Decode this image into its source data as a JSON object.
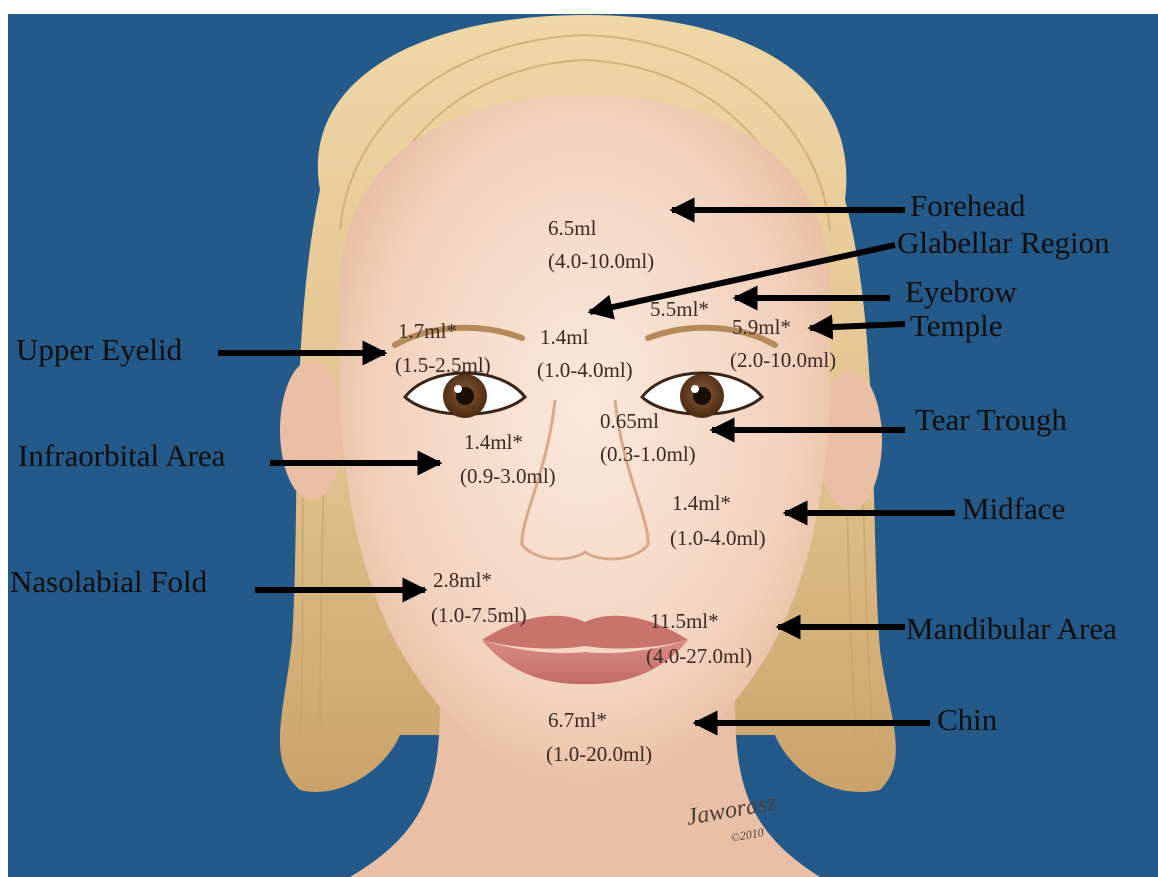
{
  "colors": {
    "background": "#235a8a",
    "skin": "#f2d2bd",
    "hair": "#e2c38f",
    "label_text": "#0e0e0e",
    "arrow": "#000000"
  },
  "regions": [
    {
      "id": "forehead",
      "label": "Forehead",
      "volume": "6.5ml",
      "range": "(4.0-10.0ml)"
    },
    {
      "id": "glabellar",
      "label": "Glabellar Region",
      "volume": "1.4ml",
      "range": "(1.0-4.0ml)"
    },
    {
      "id": "eyebrow",
      "label": "Eyebrow",
      "volume": "5.5ml*",
      "range": ""
    },
    {
      "id": "temple",
      "label": "Temple",
      "volume": "5.9ml*",
      "range": "(2.0-10.0ml)"
    },
    {
      "id": "upper-eyelid",
      "label": "Upper Eyelid",
      "volume": "1.7ml*",
      "range": "(1.5-2.5ml)"
    },
    {
      "id": "tear-trough",
      "label": "Tear Trough",
      "volume": "0.65ml",
      "range": "(0.3-1.0ml)"
    },
    {
      "id": "infraorbital",
      "label": "Infraorbital Area",
      "volume": "1.4ml*",
      "range": "(0.9-3.0ml)"
    },
    {
      "id": "midface",
      "label": "Midface",
      "volume": "1.4ml*",
      "range": "(1.0-4.0ml)"
    },
    {
      "id": "nasolabial",
      "label": "Nasolabial Fold",
      "volume": "2.8ml*",
      "range": "(1.0-7.5ml)"
    },
    {
      "id": "mandibular",
      "label": "Mandibular Area",
      "volume": "11.5ml*",
      "range": "(4.0-27.0ml)"
    },
    {
      "id": "chin",
      "label": "Chin",
      "volume": "6.7ml*",
      "range": "(1.0-20.0ml)"
    }
  ],
  "signature": {
    "name": "Jaworasz",
    "year": "©2010"
  }
}
